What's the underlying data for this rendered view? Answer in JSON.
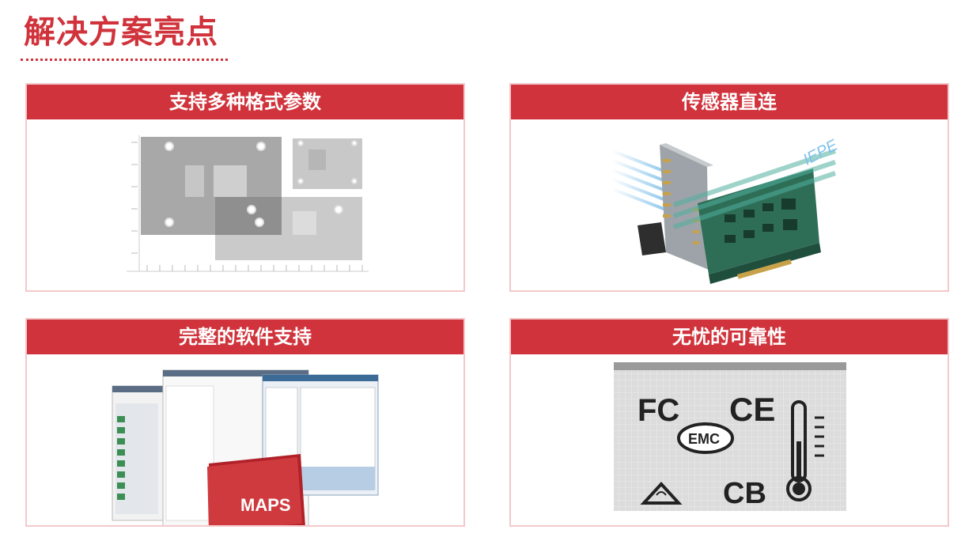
{
  "page": {
    "title": "解决方案亮点"
  },
  "cards": [
    {
      "title": "支持多种格式参数",
      "illustration": "format-parameters-diagram"
    },
    {
      "title": "传感器直连",
      "illustration": "data-acquisition-cards",
      "image_label": "IEPE"
    },
    {
      "title": "完整的软件支持",
      "illustration": "software-windows",
      "badge_label": "MAPS"
    },
    {
      "title": "无忧的可靠性",
      "illustration": "certification-marks",
      "marks": [
        "FC",
        "CE",
        "EMC",
        "CB"
      ]
    }
  ],
  "colors": {
    "accent": "#d0333b",
    "card_border": "#f3c9cc"
  }
}
